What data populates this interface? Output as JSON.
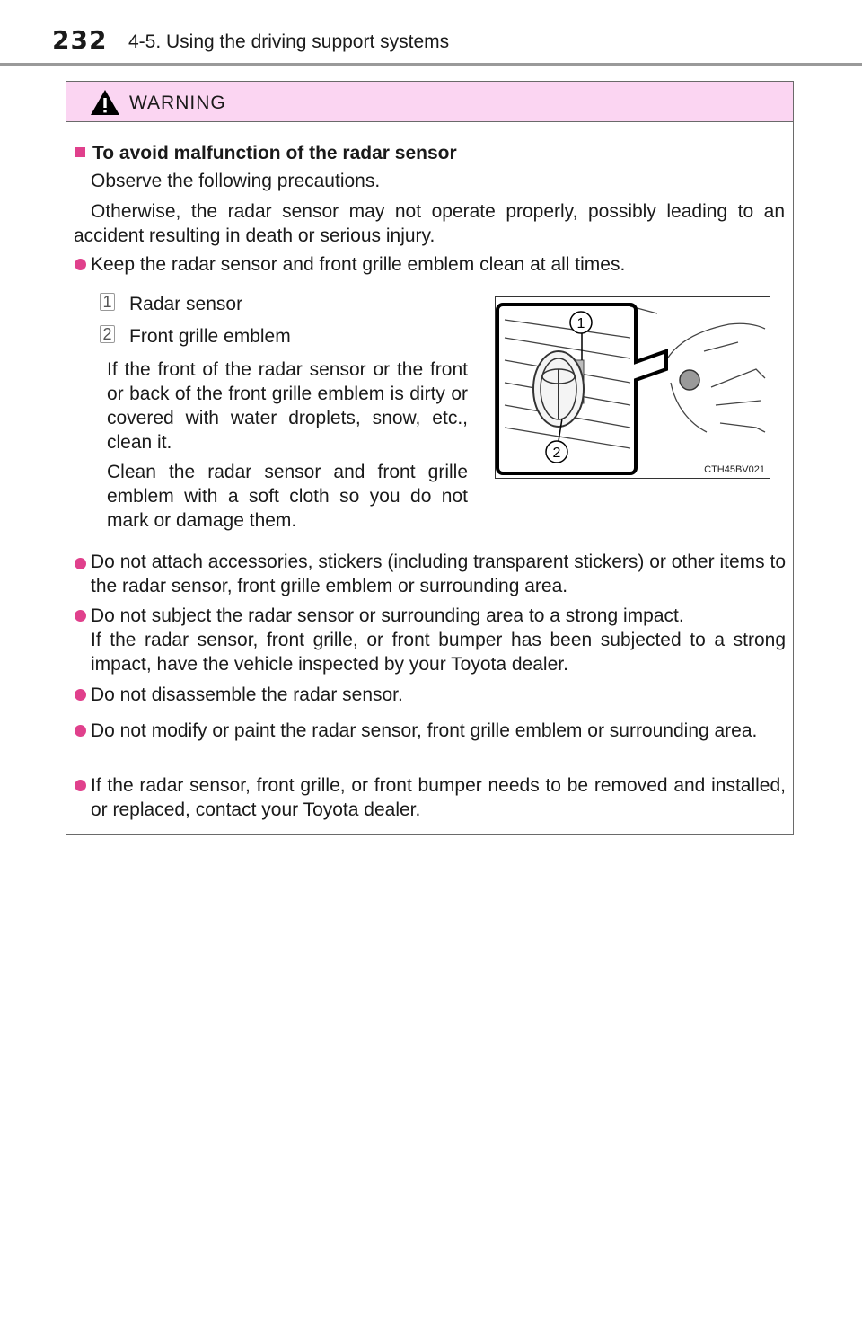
{
  "header": {
    "page_number": "232",
    "section": "4-5. Using the driving support systems"
  },
  "warning": {
    "label": "WARNING",
    "heading": "To avoid malfunction of the radar sensor",
    "intro1": "Observe the following precautions.",
    "intro2": "Otherwise, the radar sensor may not operate properly, possibly leading to an accident resulting in death or serious injury.",
    "bullet1": "Keep the radar sensor and front grille emblem clean at all times.",
    "callouts": [
      {
        "num": "1",
        "label": "Radar sensor"
      },
      {
        "num": "2",
        "label": "Front grille emblem"
      }
    ],
    "clean_para1": "If the front of the radar sensor or the front or back of the front grille emblem is dirty or covered with water droplets, snow, etc., clean it.",
    "clean_para2": "Clean the radar sensor and front grille emblem with a soft cloth so you do not mark or damage them.",
    "figure_code": "CTH45BV021",
    "figure_callouts": [
      "1",
      "2"
    ],
    "bullets": [
      "Do not attach accessories, stickers (including transparent stickers) or other items to the radar sensor, front grille emblem or surrounding area.",
      "Do not subject the radar sensor or surrounding area to a strong impact.",
      "Do not disassemble the radar sensor.",
      "Do not modify or paint the radar sensor, front grille emblem or surrounding area.",
      "If the radar sensor, front grille, or front bumper needs to be removed and installed, or replaced, contact your Toyota dealer."
    ],
    "impact_note": "If the radar sensor, front grille, or front bumper has been subjected to a strong impact, have the vehicle inspected by your Toyota dealer."
  },
  "colors": {
    "accent": "#e0408c",
    "warning_header_bg": "#fbd5f2"
  }
}
